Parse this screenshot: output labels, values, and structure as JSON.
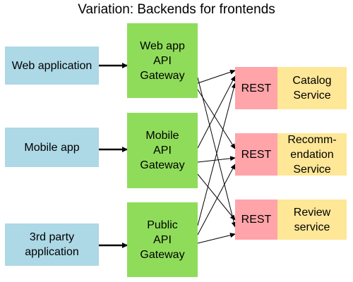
{
  "title": "Variation: Backends for frontends",
  "clients": [
    {
      "label": "Web application"
    },
    {
      "label": "Mobile app"
    },
    {
      "label": "3rd party\napplication"
    }
  ],
  "gateways": [
    {
      "label": "Web app\nAPI\nGateway"
    },
    {
      "label": "Mobile\nAPI\nGateway"
    },
    {
      "label": "Public\nAPI\nGateway"
    }
  ],
  "services": [
    {
      "rest": "REST",
      "label": "Catalog\nService"
    },
    {
      "rest": "REST",
      "label": "Recomm-\nendation\nService"
    },
    {
      "rest": "REST",
      "label": "Review\nservice"
    }
  ],
  "colors": {
    "client": "#add8e6",
    "gateway": "#8fdc5a",
    "rest": "#ffa4a9",
    "service": "#fee796"
  }
}
